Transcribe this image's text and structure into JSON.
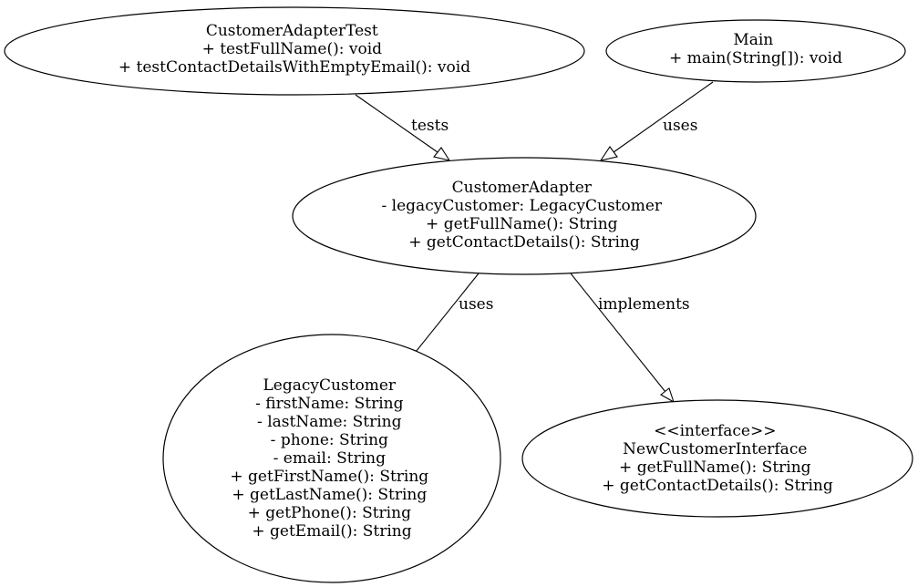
{
  "diagram": {
    "nodes": {
      "customer_adapter_test": {
        "lines": [
          "CustomerAdapterTest",
          "+ testFullName(): void",
          "+ testContactDetailsWithEmptyEmail(): void"
        ]
      },
      "main": {
        "lines": [
          "Main",
          "+ main(String[]): void"
        ]
      },
      "customer_adapter": {
        "lines": [
          "CustomerAdapter",
          "- legacyCustomer: LegacyCustomer",
          "+ getFullName(): String",
          "+ getContactDetails(): String"
        ]
      },
      "legacy_customer": {
        "lines": [
          "LegacyCustomer",
          "- firstName: String",
          "- lastName: String",
          "- phone: String",
          "- email: String",
          "+ getFirstName(): String",
          "+ getLastName(): String",
          "+ getPhone(): String",
          "+ getEmail(): String"
        ]
      },
      "new_customer_interface": {
        "lines": [
          "<<interface>>",
          "NewCustomerInterface",
          "+ getFullName(): String",
          "+ getContactDetails(): String"
        ]
      }
    },
    "edges": {
      "test_to_adapter": {
        "label": "tests"
      },
      "main_to_adapter": {
        "label": "uses"
      },
      "adapter_to_legacy": {
        "label": "uses"
      },
      "adapter_to_interface": {
        "label": "implements"
      }
    },
    "colors": {
      "stroke": "#000000",
      "fill": "#ffffff",
      "text": "#000000"
    }
  }
}
